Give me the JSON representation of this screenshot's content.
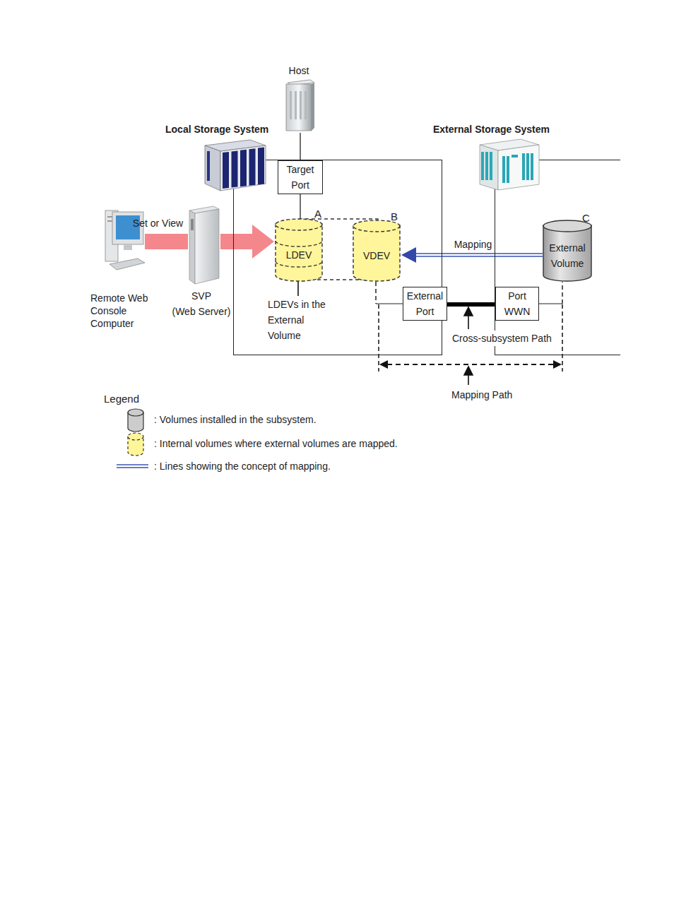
{
  "diagram": {
    "nodes": [
      {
        "text": [
          "Host"
        ]
      },
      {
        "text": [
          "Local Storage System"
        ]
      },
      {
        "text": [
          "Target Port"
        ],
        "in": 1
      },
      {
        "text": [
          "LDEV"
        ],
        "in": 1
      },
      {
        "text": [
          "VDEV"
        ],
        "in": 1
      },
      {
        "text": [
          "External Port"
        ],
        "in": 1
      },
      {
        "text": [
          "External Storage System"
        ]
      },
      {
        "text": [
          "Port WWN"
        ],
        "in": 6
      },
      {
        "text": [
          "External Volume"
        ],
        "in": 6
      },
      {
        "text": [
          "Remote Web Console Computer"
        ]
      },
      {
        "text": [
          "SVP",
          "(Web Server)"
        ]
      }
    ],
    "edges": [
      {
        "from": 0,
        "to": 2,
        "arrow": "none"
      },
      {
        "from": 2,
        "to": 3,
        "arrow": "none"
      },
      {
        "from": 9,
        "to": 10,
        "label": "Set or View",
        "arrow": "none"
      },
      {
        "from": 10,
        "to": 3,
        "arrow": "to"
      },
      {
        "from": 8,
        "to": 4,
        "label": "Mapping",
        "arrow": "to"
      },
      {
        "from": 4,
        "to": 5,
        "arrow": "none"
      },
      {
        "from": 5,
        "to": 7,
        "arrow": "none"
      },
      {
        "from": 7,
        "to": 8,
        "arrow": "none"
      }
    ],
    "labels": [
      "A",
      "B",
      "C",
      "LDEVs in the External Volume",
      "Cross-subsystem Path",
      "Mapping Path",
      "Legend"
    ],
    "legend": [
      {
        "text": ": Volumes installed in the subsystem.",
        "color": "#cccccc"
      },
      {
        "text": ": Internal volumes where external volumes are mapped.",
        "color": "#fff599"
      },
      {
        "text": ": Lines showing the concept of mapping."
      }
    ]
  }
}
